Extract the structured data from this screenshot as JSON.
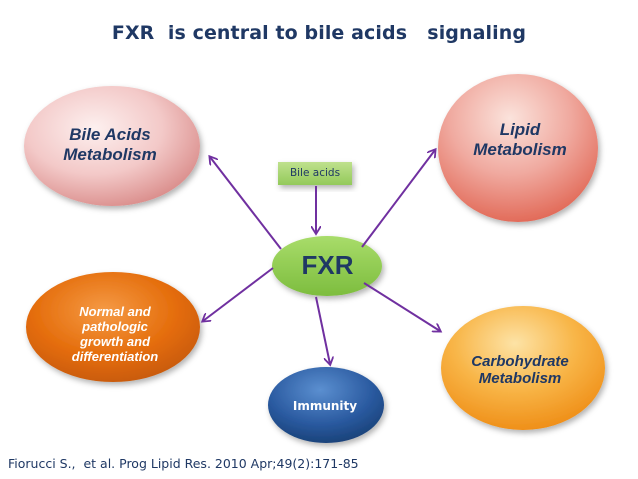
{
  "title": "FXR  is central to bile acids   signaling",
  "nodes": {
    "fxr": "FXR",
    "bile_acids_input": "Bile acids",
    "bile_acids_metabolism": "Bile Acids\nMetabolism",
    "lipid_metabolism": "Lipid\nMetabolism",
    "growth_differentiation": "Normal and\npathologic\ngrowth and\ndifferentiation",
    "carbohydrate_metabolism": "Carbohydrate\nMetabolism",
    "immunity": "Immunity"
  },
  "citation": "Fiorucci S.,  et al. Prog Lipid Res. 2010 Apr;49(2):171-85",
  "colors": {
    "title_text": "#1f3864",
    "arrow": "#7030a0",
    "fxr_fill": "#92d050",
    "pink_node": "#e8a7a7",
    "orange_node": "#e36c0a",
    "amber_node": "#f5a623",
    "blue_node": "#1f4e89"
  }
}
